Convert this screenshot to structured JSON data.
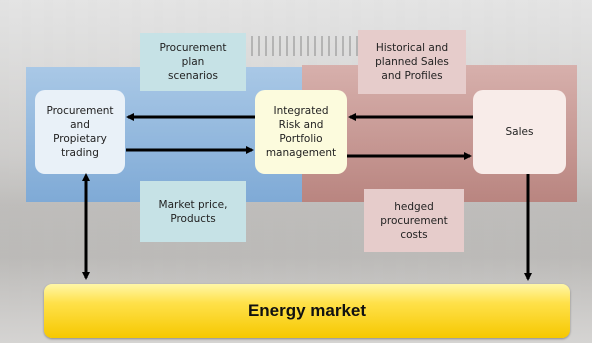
{
  "boxes": {
    "procurement": "Procurement\nand\nPropietary\ntrading",
    "integrated": "Integrated\nRisk and\nPortfolio\nmanagement",
    "sales": "Sales",
    "plan_scenarios": "Procurement\nplan\nscenarios",
    "historical": "Historical and\nplanned Sales\nand Profiles",
    "market_price": "Market price,\nProducts",
    "hedged_costs": "hedged\nprocurement\ncosts"
  },
  "energy_market": "Energy market",
  "colors": {
    "left_panel": "#8fb6dd",
    "right_panel": "#c4938e",
    "energy_bar": "#ffd700",
    "arrow": "#000000"
  }
}
